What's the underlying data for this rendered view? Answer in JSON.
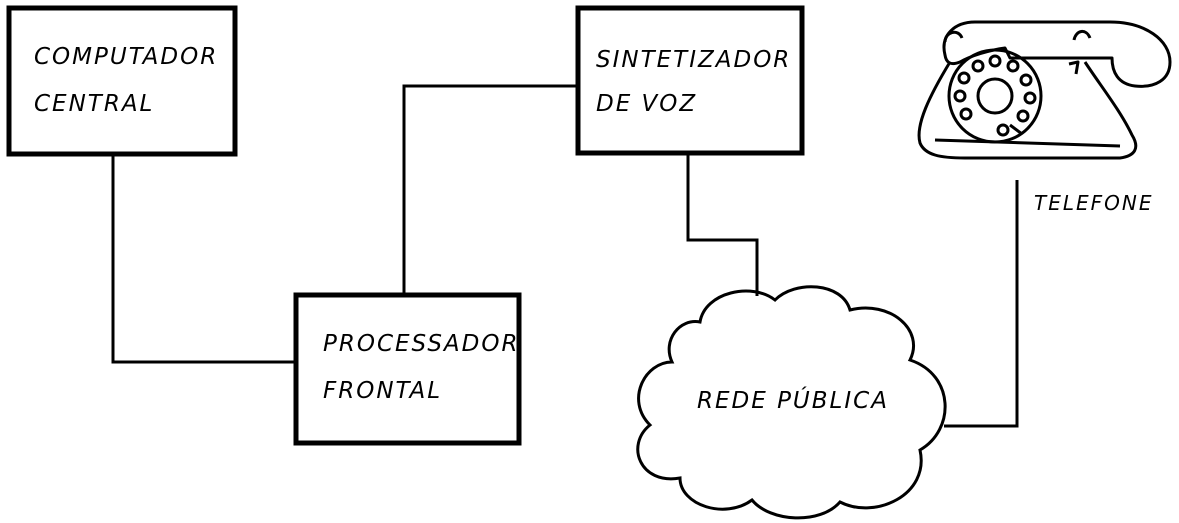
{
  "nodes": {
    "computador_central": {
      "line1": "COMPUTADOR",
      "line2": "CENTRAL"
    },
    "sintetizador_voz": {
      "line1": "SINTETIZADOR",
      "line2": "DE VOZ"
    },
    "processador_frontal": {
      "line1": "PROCESSADOR",
      "line2": "FRONTAL"
    },
    "rede_publica": {
      "label": "REDE PÚBLICA"
    },
    "telefone": {
      "label": "TELEFONE"
    }
  },
  "colors": {
    "ink": "#000000",
    "background": "#ffffff"
  },
  "icons": {
    "telefone": "rotary-telephone-icon",
    "rede_publica": "cloud-icon"
  }
}
